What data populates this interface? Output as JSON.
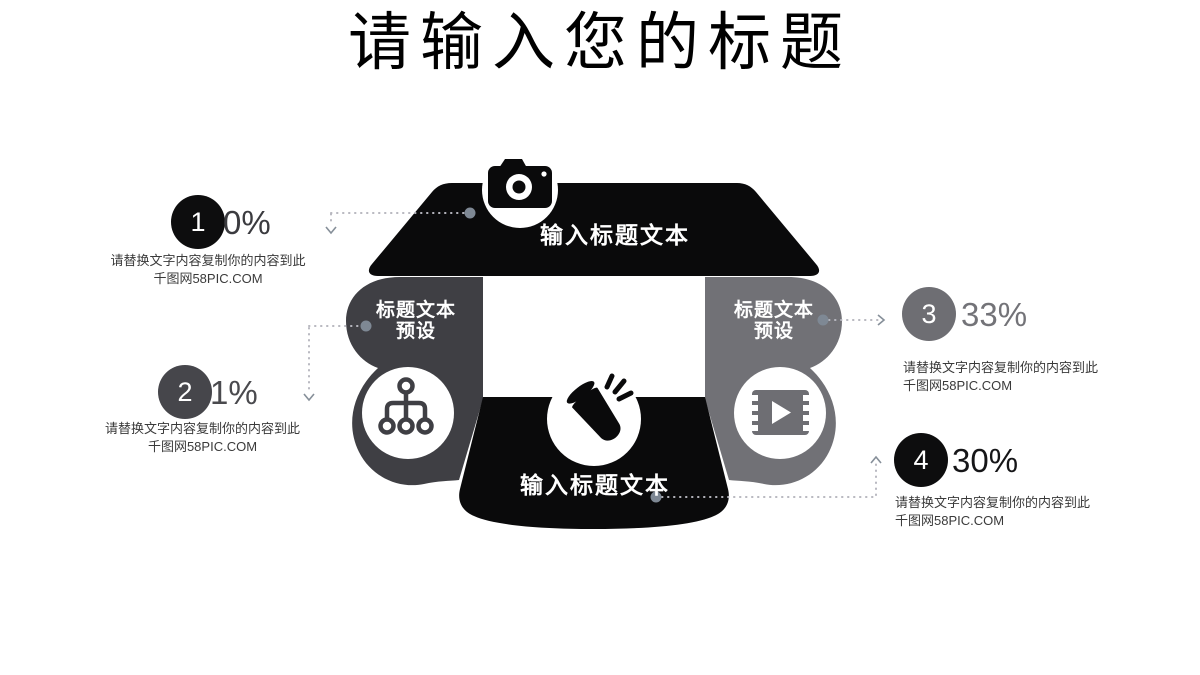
{
  "slide": {
    "title": "请输入您的标题"
  },
  "diagram": {
    "top": {
      "label": "输入标题文本",
      "icon": "camera-icon",
      "color": "#0a0a0b"
    },
    "left": {
      "label_line1": "标题文本",
      "label_line2": "预设",
      "icon": "org-chart-icon",
      "color": "#3f3f44"
    },
    "right": {
      "label_line1": "标题文本",
      "label_line2": "预设",
      "icon": "film-icon",
      "color": "#717176"
    },
    "bottom": {
      "label": "输入标题文本",
      "icon": "megaphone-icon",
      "color": "#0a0a0b"
    }
  },
  "callouts": [
    {
      "number": "1",
      "percent": "0%",
      "desc_line1": "请替换文字内容复制你的内容到此",
      "desc_line2": "千图网58PIC.COM",
      "circle_color": "#0d0d0e",
      "percent_color": "#3b3b3f"
    },
    {
      "number": "2",
      "percent": "1%",
      "desc_line1": "请替换文字内容复制你的内容到此",
      "desc_line2": "千图网58PIC.COM",
      "circle_color": "#46464b",
      "percent_color": "#4a4a4e"
    },
    {
      "number": "3",
      "percent": "33%",
      "desc_line1": "请替换文字内容复制你的内容到此",
      "desc_line2": "千图网58PIC.COM",
      "circle_color": "#6e6e73",
      "percent_color": "#737378"
    },
    {
      "number": "4",
      "percent": "30%",
      "desc_line1": "请替换文字内容复制你的内容到此",
      "desc_line2": "千图网58PIC.COM",
      "circle_color": "#0d0d0e",
      "percent_color": "#151517"
    }
  ],
  "colors": {
    "background": "#ffffff",
    "band_black": "#0a0a0b",
    "wing_dark": "#3f3f44",
    "wing_light": "#717176",
    "dotted_line": "#b7b7bf",
    "connector_dot": "#7e8894",
    "label_text": "#ffffff",
    "desc_text": "#3a3a3a"
  }
}
